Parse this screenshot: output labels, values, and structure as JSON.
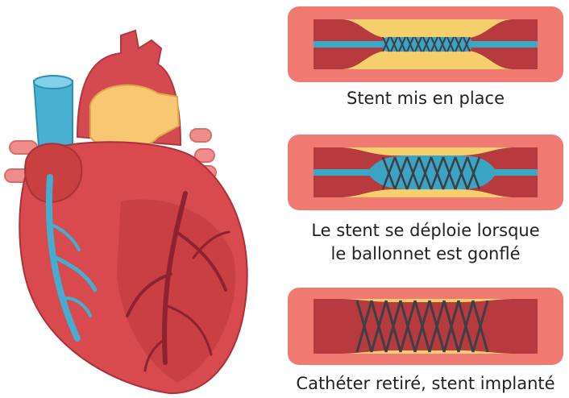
{
  "captions": {
    "step1": "Stent mis en place",
    "step2_line1": "Le stent se déploie lorsque",
    "step2_line2": "le ballonnet est gonflé",
    "step3": "Cathéter retiré, stent implanté"
  },
  "colors": {
    "heart": "#d84a4d",
    "heart_dark": "#b5313a",
    "vein_blue": "#4cb3d3",
    "aorta_yellow": "#f7c871",
    "vessel_outer": "#f07a72",
    "vessel_inner": "#b63a3e",
    "plaque": "#f6cf6d",
    "stent": "#3e3e46",
    "catheter": "#38a9c9"
  }
}
